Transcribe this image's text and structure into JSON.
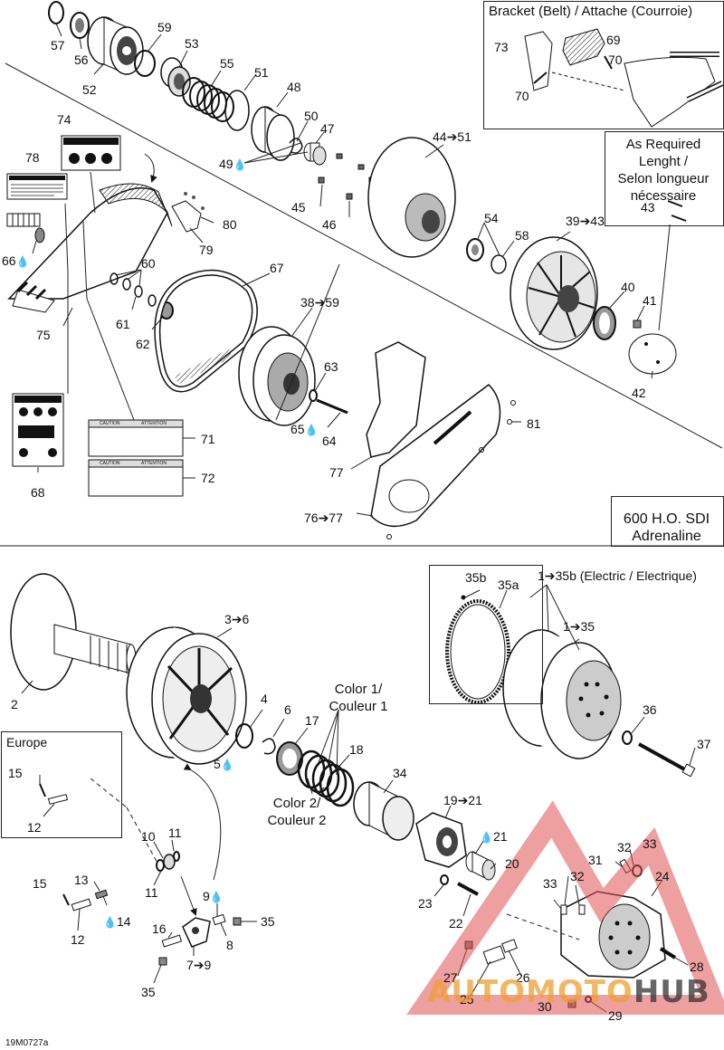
{
  "drawing_code": "19M0727a",
  "section_label": {
    "line1": "600 H.O. SDI",
    "line2": "Adrenaline"
  },
  "bracket_box": {
    "title": "Bracket (Belt) / Attache (Courroie)"
  },
  "as_required_box": {
    "line1": "As Required",
    "line2": "Lenght /",
    "line3": "Selon longueur",
    "line4": "nécessaire"
  },
  "europe_box": {
    "title": "Europe"
  },
  "electric_label": "1➔35b (Electric / Electrique)",
  "color_labels": {
    "c1a": "Color 1/",
    "c1b": "Couleur 1",
    "c2a": "Color 2/",
    "c2b": "Couleur 2"
  },
  "decal_text": {
    "caution": "CAUTION",
    "attention": "ATTENTION"
  },
  "watermark": {
    "part1": "AUTO",
    "part2": "MOTO",
    "part3": "HUB"
  },
  "callouts": {
    "c57": "57",
    "c56": "56",
    "c52": "52",
    "c59": "59",
    "c53": "53",
    "c55": "55",
    "c51": "51",
    "c48": "48",
    "c50": "50",
    "c47": "47",
    "c49": "49",
    "c44_51": "44➔51",
    "c73": "73",
    "c69": "69",
    "c70a": "70",
    "c70b": "70",
    "c74": "74",
    "c78": "78",
    "c80": "80",
    "c79": "79",
    "c45": "45",
    "c46": "46",
    "c66": "66",
    "c60": "60",
    "c67": "67",
    "c61": "61",
    "c62": "62",
    "c75": "75",
    "c54": "54",
    "c58": "58",
    "c39_43": "39➔43",
    "c43": "43",
    "c40": "40",
    "c41": "41",
    "c42": "42",
    "c38_59": "38➔59",
    "c63": "63",
    "c65": "65",
    "c64": "64",
    "c81": "81",
    "c71": "71",
    "c72": "72",
    "c77": "77",
    "c76_77": "76➔77",
    "c68": "68",
    "c2": "2",
    "c3_6": "3➔6",
    "c4": "4",
    "c6": "6",
    "c5": "5",
    "c17": "17",
    "c18": "18",
    "c34": "34",
    "c19_21": "19➔21",
    "c21": "21",
    "c20": "20",
    "c35b": "35b",
    "c35a": "35a",
    "c1_35": "1➔35",
    "c36": "36",
    "c37": "37",
    "c15a": "15",
    "c12a": "12",
    "c10": "10",
    "c11a": "11",
    "c11b": "11",
    "c15b": "15",
    "c13": "13",
    "c14": "14",
    "c12b": "12",
    "c9": "9",
    "c35c": "35",
    "c16": "16",
    "c8": "8",
    "c7_9": "7➔9",
    "c35d": "35",
    "c23": "23",
    "c22": "22",
    "c31": "31",
    "c32a": "32",
    "c33a": "33",
    "c32b": "32",
    "c33b": "33",
    "c24": "24",
    "c27": "27",
    "c26": "26",
    "c25": "25",
    "c28": "28",
    "c30": "30",
    "c29": "29"
  }
}
